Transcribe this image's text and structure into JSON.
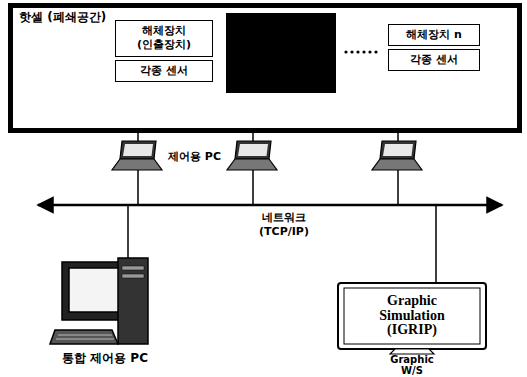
{
  "diagram": {
    "nodes": [
      {
        "text": [
          "핫셀 (폐쇄공간)"
        ]
      },
      {
        "text": [
          "해체장치 (인출장치)"
        ],
        "in": 0
      },
      {
        "text": [
          "각종 센서"
        ],
        "in": 0
      },
      {
        "text": [
          "해체장치 n"
        ],
        "in": 0
      },
      {
        "text": [
          "각종 센서"
        ],
        "in": 0
      },
      {
        "text": [
          "Graphic Simulation (IGRIP)"
        ]
      }
    ],
    "labels": [
      "제어용 PC",
      "네트워크 (TCP/IP)",
      "통합 제어용 PC",
      "Graphic W/S"
    ]
  }
}
